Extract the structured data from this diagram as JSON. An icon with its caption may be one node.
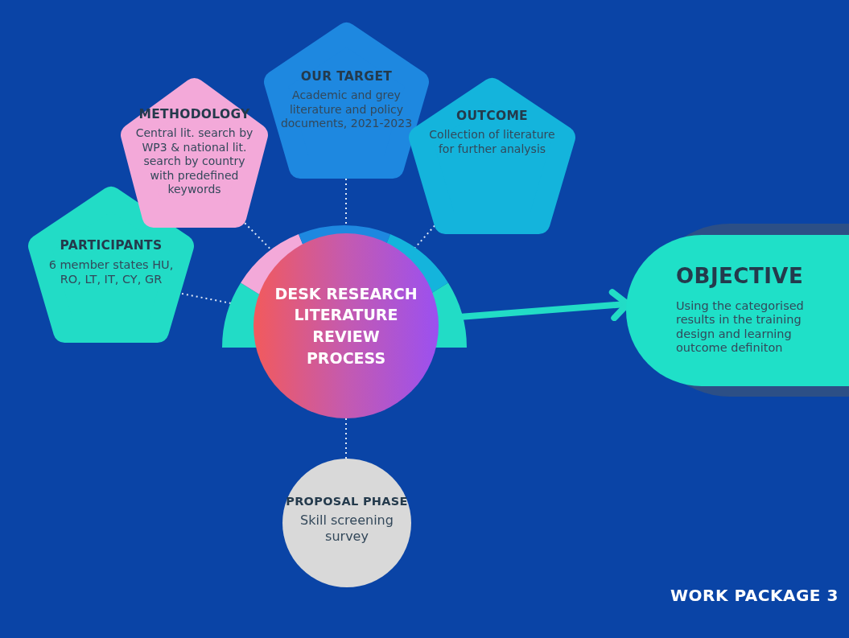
{
  "diagram": {
    "nodes": [
      {
        "text": [
          "PARTICIPANTS",
          "6 member states HU, RO, LT, IT, CY, GR"
        ]
      },
      {
        "text": [
          "METHODOLOGY",
          "Central lit. search by WP3 & national lit. search by country with predefined keywords"
        ]
      },
      {
        "text": [
          "OUR TARGET",
          "Academic and grey literature and policy documents, 2021-2023"
        ]
      },
      {
        "text": [
          "OUTCOME",
          "Collection of literature for further analysis"
        ]
      },
      {
        "text": [
          "DESK RESEARCH LITERATURE REVIEW PROCESS"
        ]
      },
      {
        "text": [
          "OBJECTIVE",
          "Using the categorised results in the training design and learning outcome definiton"
        ]
      },
      {
        "text": [
          "PROPOSAL PHASE",
          "Skill screening survey"
        ]
      }
    ],
    "edges": [
      {
        "from": 0,
        "to": 4,
        "arrow": "none",
        "style": "dashed"
      },
      {
        "from": 1,
        "to": 4,
        "arrow": "none",
        "style": "dashed"
      },
      {
        "from": 2,
        "to": 4,
        "arrow": "none",
        "style": "dashed"
      },
      {
        "from": 3,
        "to": 4,
        "arrow": "none",
        "style": "dashed"
      },
      {
        "from": 4,
        "to": 5,
        "arrow": "to",
        "style": "thick",
        "color": "#22dcc6"
      },
      {
        "from": 6,
        "to": 4,
        "arrow": "none",
        "style": "dashed"
      }
    ],
    "labels": [
      "WORK PACKAGE 3"
    ]
  }
}
